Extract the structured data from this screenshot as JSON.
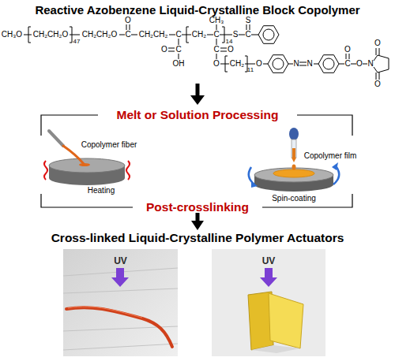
{
  "diagram": {
    "title": "Reactive Azobenzene Liquid-Crystalline Block Copolymer",
    "nodes": [
      {
        "text": [
          "UV"
        ]
      },
      {
        "text": [
          "UV"
        ]
      }
    ],
    "labels": [
      "CH₃O",
      "CH₂CH₂O",
      "47",
      "CH₂CH₂O",
      "C",
      "O",
      "CH₂CH₂",
      "C",
      "C",
      "O",
      "OH",
      "CH₂",
      "C",
      "CH₃",
      "14",
      "S",
      "C",
      "S",
      "C",
      "O",
      "O",
      "CH₂",
      "11",
      "O",
      "N",
      "N",
      "C",
      "O",
      "O",
      "N",
      "O",
      "O",
      "Melt or Solution Processing",
      "Copolymer fiber",
      "Heating",
      "Copolymer film",
      "Spin-coating",
      "Post-crosslinking",
      "Cross-linked Liquid-Crystalline Polymer Actuators"
    ]
  }
}
